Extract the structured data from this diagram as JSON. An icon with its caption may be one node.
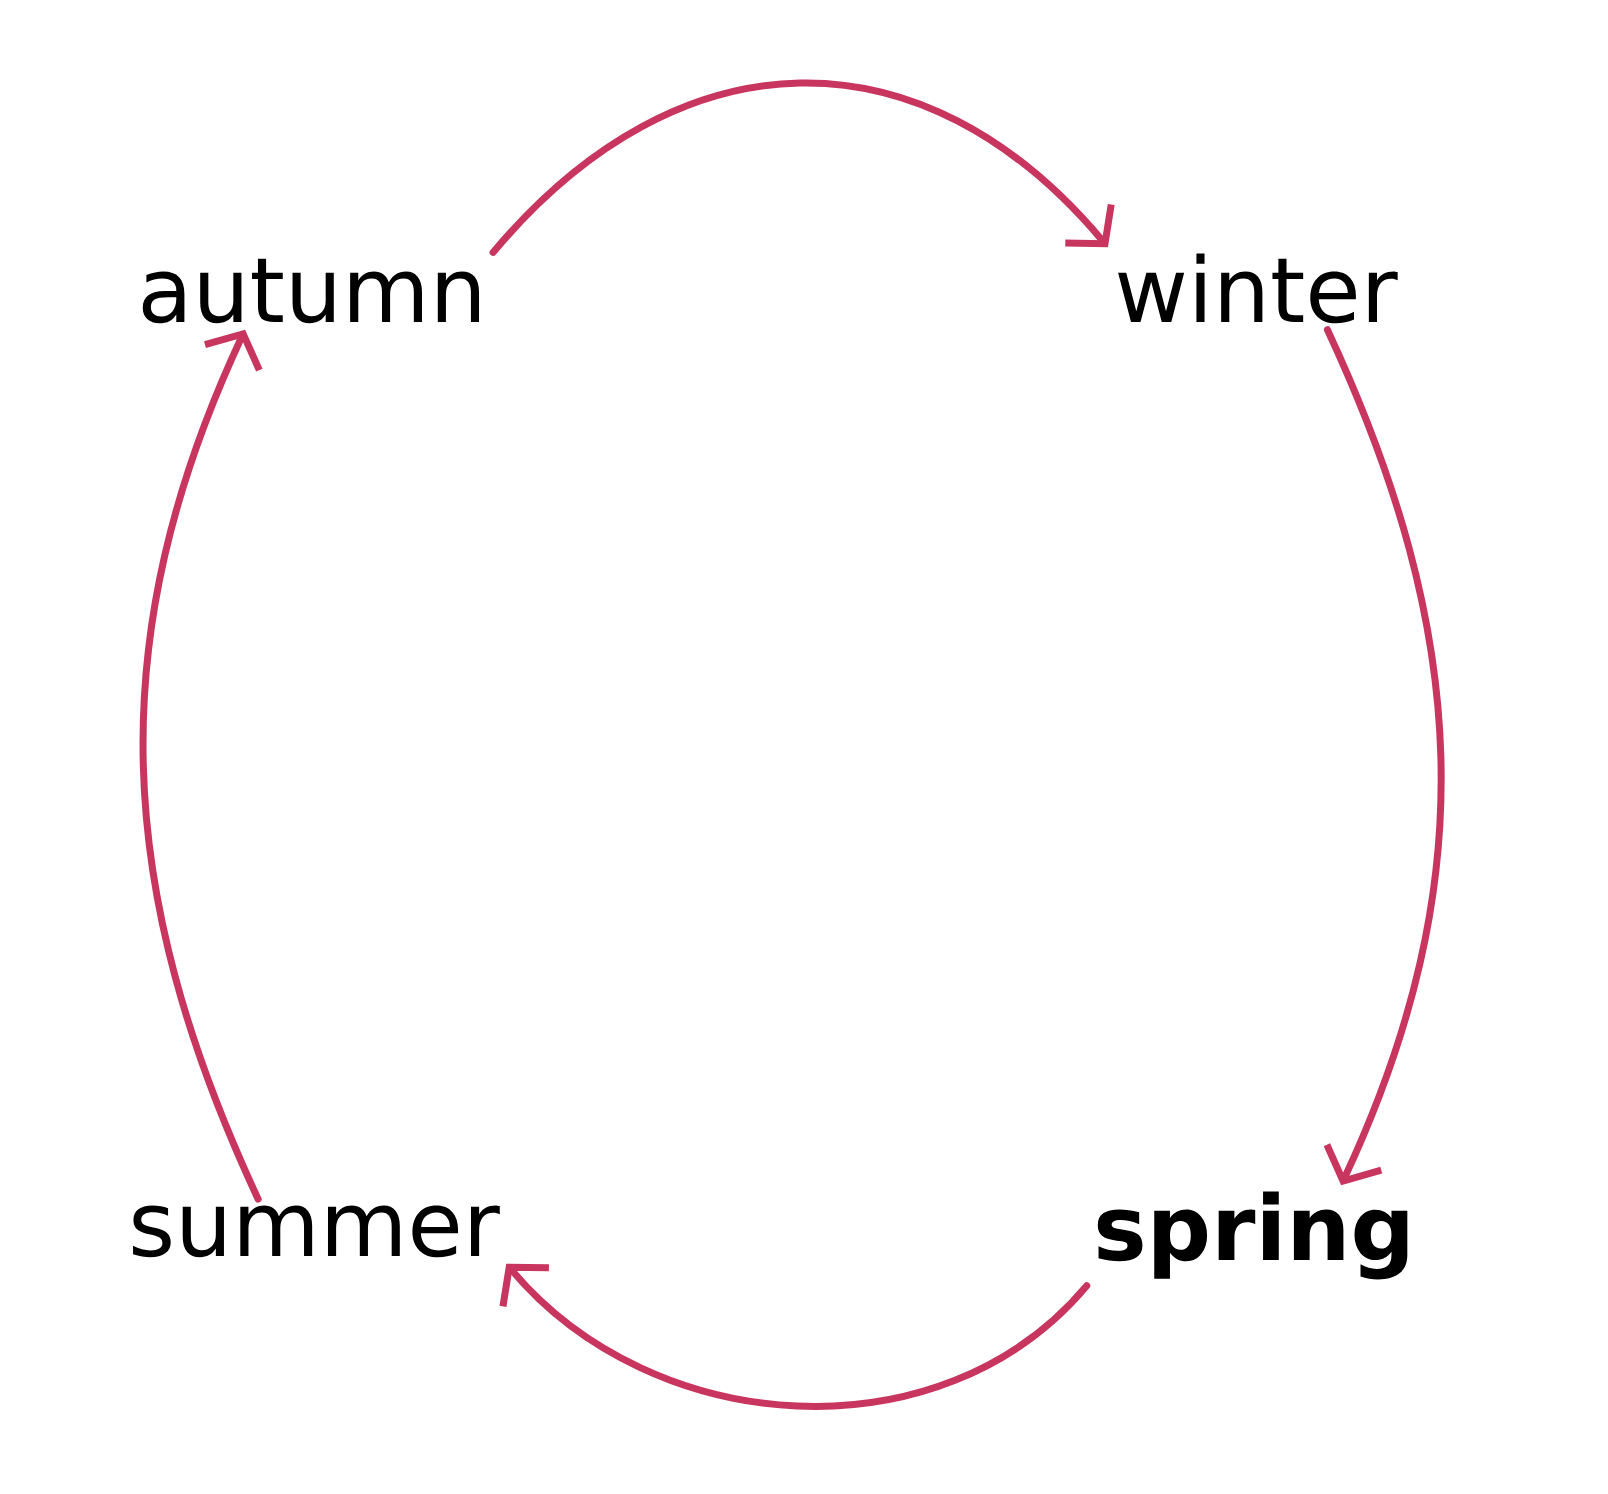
{
  "diagram": {
    "nodes": [
      {
        "text": [
          "autumn"
        ]
      },
      {
        "text": [
          "winter"
        ]
      },
      {
        "text": [
          "summer"
        ]
      },
      {
        "text": [
          "spring"
        ]
      }
    ],
    "edges": [
      {
        "from": 0,
        "to": 1,
        "arrow": "to"
      },
      {
        "from": 1,
        "to": 3,
        "arrow": "to"
      },
      {
        "from": 3,
        "to": 2,
        "arrow": "to"
      },
      {
        "from": 2,
        "to": 0,
        "arrow": "to"
      }
    ]
  }
}
